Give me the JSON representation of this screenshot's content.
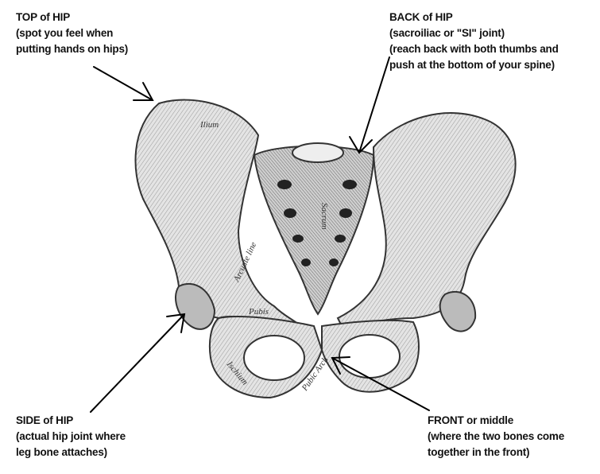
{
  "labels": {
    "top": {
      "title": "TOP of HIP",
      "lines": [
        "(spot you feel when",
        "putting hands on hips)"
      ]
    },
    "back": {
      "title": "BACK of HIP",
      "lines": [
        "(sacroiliac or \"SI\" joint)",
        "(reach back with both thumbs and",
        "push at the bottom of your spine)"
      ]
    },
    "side": {
      "title": "SIDE of HIP",
      "lines": [
        "(actual hip joint where",
        "leg bone attaches)"
      ]
    },
    "front": {
      "title": "FRONT or middle",
      "lines": [
        "(where the two bones come",
        "together in the front)"
      ]
    }
  },
  "bone_labels": {
    "ilium": "Ilium",
    "sacrum": "Sacrum",
    "arcuate_line": "Arcuate line",
    "pubis": "Pubis",
    "ischium": "Ischium",
    "pubic_arch": "Pubic Arch"
  }
}
